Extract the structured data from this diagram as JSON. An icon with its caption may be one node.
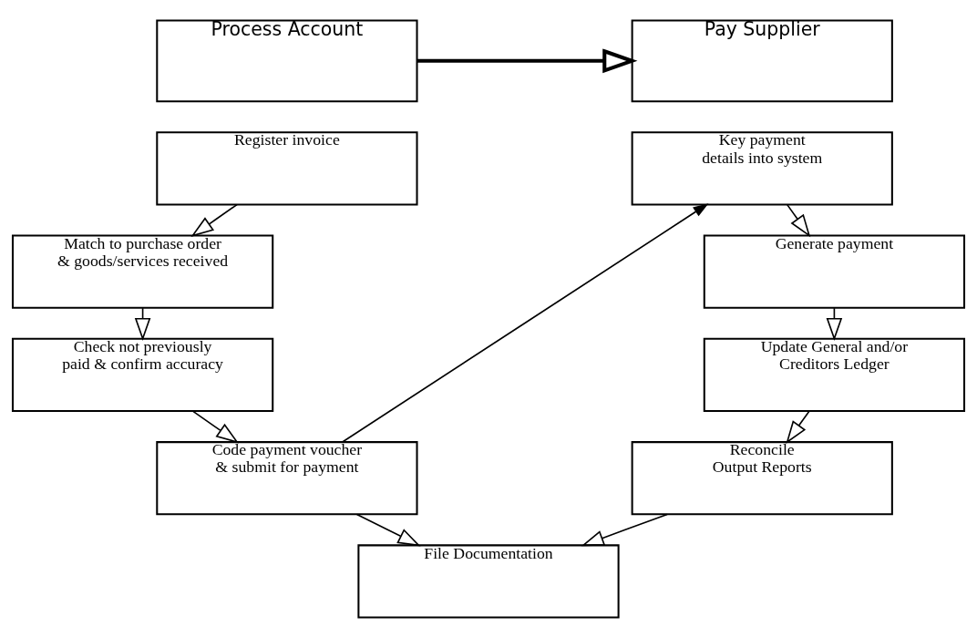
{
  "diagram": {
    "nodes": [
      {
        "text": [
          "Process Account"
        ]
      },
      {
        "text": [
          "Pay Supplier"
        ]
      },
      {
        "text": [
          "Register invoice"
        ]
      },
      {
        "text": [
          "Match to purchase order & goods/services received"
        ]
      },
      {
        "text": [
          "Check not previously paid & confirm accuracy"
        ]
      },
      {
        "text": [
          "Code payment voucher & submit for payment"
        ]
      },
      {
        "text": [
          "Key payment details into system"
        ]
      },
      {
        "text": [
          "Generate payment"
        ]
      },
      {
        "text": [
          "Update General and/or Creditors Ledger"
        ]
      },
      {
        "text": [
          "Reconcile Output Reports"
        ]
      },
      {
        "text": [
          "File Documentation"
        ]
      }
    ],
    "edges": [
      {
        "from": 0,
        "to": 1,
        "arrow": "to",
        "style": "thick"
      },
      {
        "from": 2,
        "to": 3,
        "arrow": "to"
      },
      {
        "from": 3,
        "to": 4,
        "arrow": "to"
      },
      {
        "from": 4,
        "to": 5,
        "arrow": "to"
      },
      {
        "from": 5,
        "to": 6,
        "arrow": "to"
      },
      {
        "from": 6,
        "to": 7,
        "arrow": "to"
      },
      {
        "from": 7,
        "to": 8,
        "arrow": "to"
      },
      {
        "from": 8,
        "to": 9,
        "arrow": "to"
      },
      {
        "from": 5,
        "to": 10,
        "arrow": "to"
      },
      {
        "from": 9,
        "to": 10,
        "arrow": "to"
      }
    ]
  }
}
